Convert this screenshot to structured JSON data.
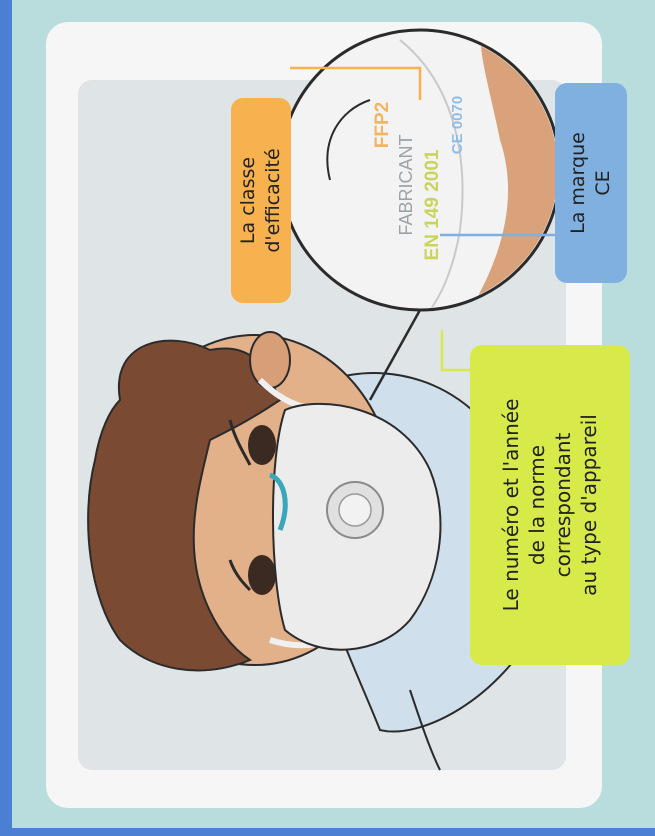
{
  "callouts": {
    "efficiency_class": {
      "lines": [
        "La classe",
        "d'efficacité"
      ]
    },
    "ce_mark": {
      "lines": [
        "La marque",
        "CE"
      ]
    },
    "standard": {
      "lines": [
        "Le numéro et l'année",
        "de la norme",
        "correspondant",
        "au type d'appareil"
      ]
    }
  },
  "mask_print": {
    "manufacturer": "FABRICANT",
    "class": "FFP2",
    "standard": "EN 149 2001",
    "ce": "CE 0070"
  },
  "colors": {
    "frame": "#4a7fd4",
    "background": "#b9dcdc",
    "card": "#f6f6f6",
    "efficiency_class_box": "#f7b24f",
    "ce_mark_box": "#7fb0e0",
    "standard_box": "#d8e94a",
    "skin": "#e2b089",
    "hair": "#7a4a33",
    "mask": "#ececec"
  }
}
